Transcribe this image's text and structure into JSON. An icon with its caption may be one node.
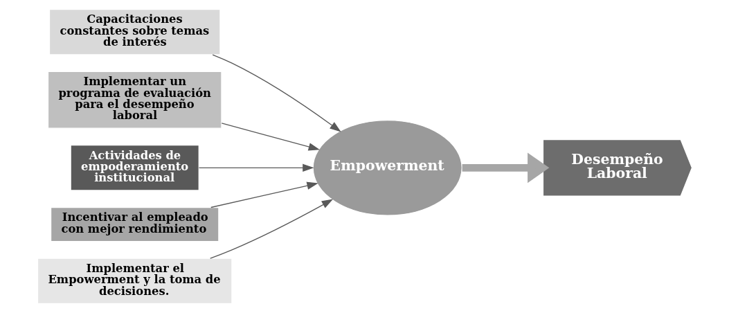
{
  "diagram": {
    "nodes": [
      {
        "text": [
          "Capacitaciones constantes sobre temas de interés"
        ]
      },
      {
        "text": [
          "Implementar un programa de evaluación para el desempeño laboral"
        ]
      },
      {
        "text": [
          "Actividades de empoderamiento institucional"
        ]
      },
      {
        "text": [
          "Incentivar al empleado con mejor rendimiento"
        ]
      },
      {
        "text": [
          "Implementar el Empowerment y la toma de decisiones."
        ]
      },
      {
        "text": [
          "Empowerment"
        ]
      },
      {
        "text": [
          "Desempeño Laboral"
        ]
      }
    ],
    "edges": [
      {
        "from": 0,
        "to": 5,
        "arrow": "to"
      },
      {
        "from": 1,
        "to": 5,
        "arrow": "to"
      },
      {
        "from": 2,
        "to": 5,
        "arrow": "to"
      },
      {
        "from": 3,
        "to": 5,
        "arrow": "to"
      },
      {
        "from": 4,
        "to": 5,
        "arrow": "to"
      },
      {
        "from": 5,
        "to": 6,
        "arrow": "to",
        "style": "thick",
        "color": "#a6a6a6"
      }
    ]
  }
}
